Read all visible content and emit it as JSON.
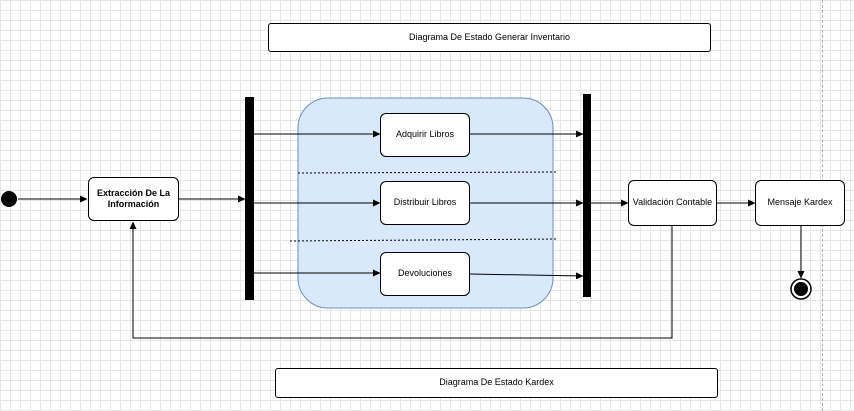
{
  "diagram": {
    "title_top": "Diagrama De Estado Generar Inventario",
    "title_bottom": "Diagrama De Estado Kardex",
    "states": {
      "extraccion": "Extracción De La Información",
      "adquirir": "Adquirir Libros",
      "distribuir": "Distribuir Libros",
      "devoluciones": "Devoluciones",
      "validacion": "Validación Contable",
      "kardex": "Mensaje Kardex"
    },
    "colors": {
      "region_fill": "#dae8fc",
      "region_stroke": "#6c8ebf",
      "line": "#000000"
    }
  }
}
